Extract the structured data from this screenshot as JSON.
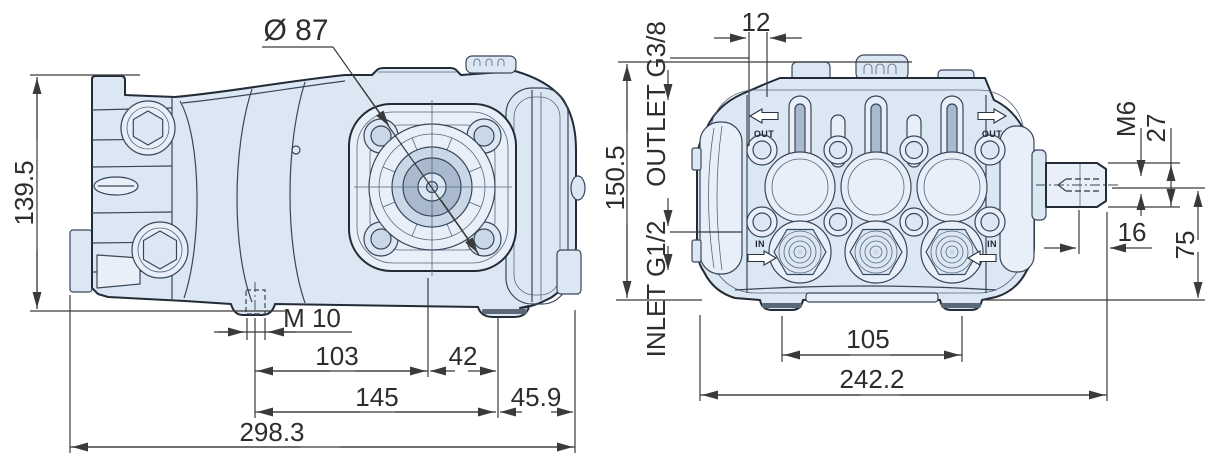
{
  "drawing": {
    "subject": "triplex plunger pump - dimensional drawing, two orthographic views",
    "colors": {
      "body_fill": "#dbe7f3",
      "outline": "#232b36",
      "dimension": "#3a3a3a"
    }
  },
  "left_view": {
    "name": "side view",
    "dims": {
      "flange_circle": "Ø 87",
      "height": "139.5",
      "foot_thread": "M 10",
      "d103": "103",
      "d42": "42",
      "d145": "145",
      "d459": "45.9",
      "overall": "298.3"
    }
  },
  "right_view": {
    "name": "front view",
    "dims": {
      "d12": "12",
      "outlet": "OUTLET G3/8",
      "height": "150.5",
      "inlet": "INLET G1/2",
      "shaft_thread": "M6",
      "d27": "27",
      "d16": "16",
      "d75": "75",
      "d105": "105",
      "overall": "242.2"
    },
    "markers": {
      "out_left": "OUT",
      "out_right": "OUT",
      "in_left": "IN",
      "in_right": "IN"
    }
  }
}
